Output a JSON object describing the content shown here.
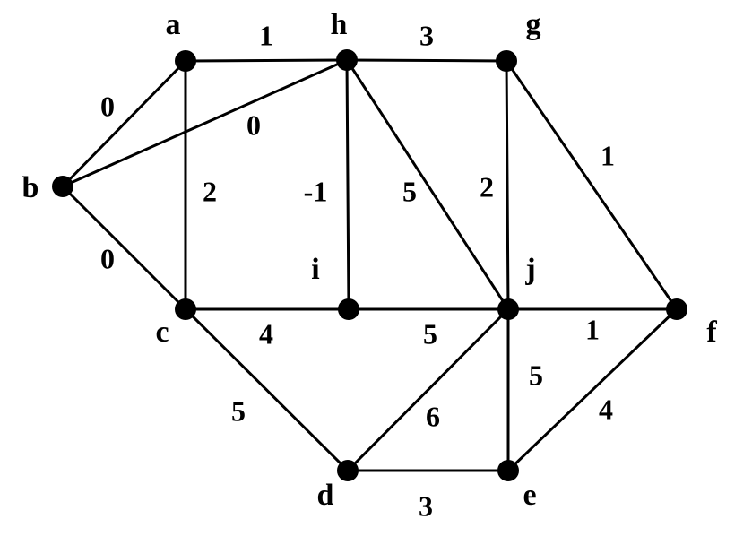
{
  "colors": {
    "ink": "#000000",
    "background": "#ffffff"
  },
  "graph": {
    "nodes": [
      {
        "id": "a",
        "label": "a"
      },
      {
        "id": "h",
        "label": "h"
      },
      {
        "id": "g",
        "label": "g"
      },
      {
        "id": "b",
        "label": "b"
      },
      {
        "id": "i",
        "label": "i"
      },
      {
        "id": "j",
        "label": "j"
      },
      {
        "id": "c",
        "label": "c"
      },
      {
        "id": "f",
        "label": "f"
      },
      {
        "id": "d",
        "label": "d"
      },
      {
        "id": "e",
        "label": "e"
      }
    ],
    "edges": [
      {
        "from": "a",
        "to": "h",
        "weight": "1"
      },
      {
        "from": "h",
        "to": "g",
        "weight": "3"
      },
      {
        "from": "b",
        "to": "a",
        "weight": "0"
      },
      {
        "from": "b",
        "to": "h",
        "weight": "0"
      },
      {
        "from": "a",
        "to": "c",
        "weight": "2"
      },
      {
        "from": "b",
        "to": "c",
        "weight": "0"
      },
      {
        "from": "h",
        "to": "i",
        "weight": "-1"
      },
      {
        "from": "h",
        "to": "j",
        "weight": "5"
      },
      {
        "from": "g",
        "to": "j",
        "weight": "2"
      },
      {
        "from": "g",
        "to": "f",
        "weight": "1"
      },
      {
        "from": "c",
        "to": "i",
        "weight": "4"
      },
      {
        "from": "i",
        "to": "j",
        "weight": "5"
      },
      {
        "from": "j",
        "to": "f",
        "weight": "1"
      },
      {
        "from": "c",
        "to": "d",
        "weight": "5"
      },
      {
        "from": "d",
        "to": "j",
        "weight": "6"
      },
      {
        "from": "j",
        "to": "e",
        "weight": "5"
      },
      {
        "from": "e",
        "to": "f",
        "weight": "4"
      },
      {
        "from": "d",
        "to": "e",
        "weight": "3"
      }
    ]
  }
}
